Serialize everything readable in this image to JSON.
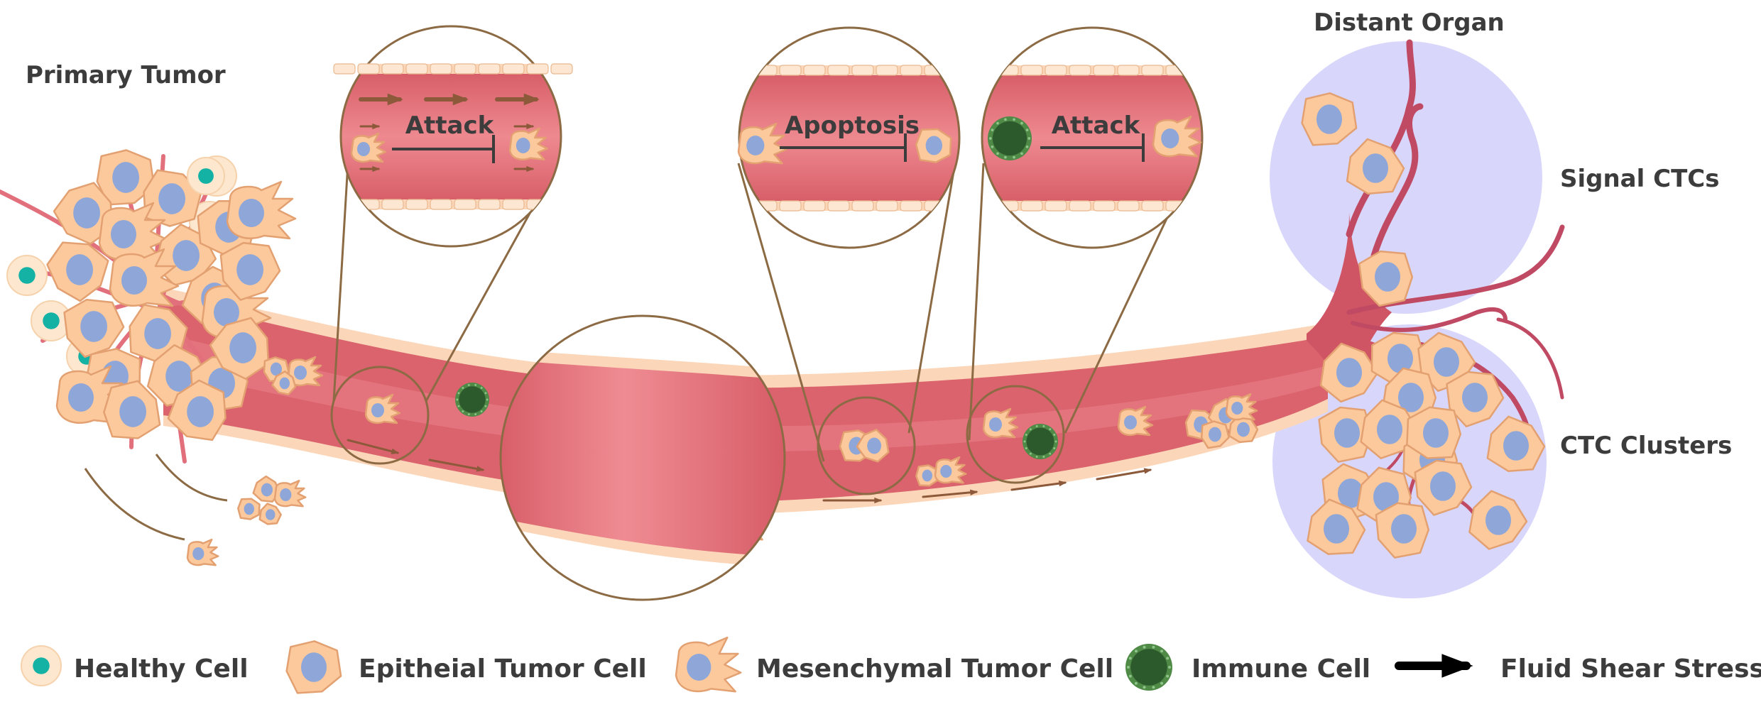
{
  "labels": {
    "primary_tumor": "Primary Tumor",
    "distant_organ": "Distant Organ",
    "signal_ctcs": "Signal CTCs",
    "ctc_clusters": "CTC Clusters"
  },
  "insets": {
    "attack_1": "Attack",
    "apoptosis": "Apoptosis",
    "attack_2": "Attack"
  },
  "legend": {
    "healthy_cell": "Healthy Cell",
    "epithelial_tumor_cell": "Epitheial Tumor Cell",
    "mesenchymal_tumor_cell": "Mesenchymal Tumor Cell",
    "immune_cell": "Immune Cell",
    "fluid_shear_stress": "Fluid Shear Stress"
  },
  "colors": {
    "vessel": "#d95f6a",
    "vessel_light": "#ef8f95",
    "vessel_wall": "#fbd7bb",
    "epithelial_fill": "#fcc99d",
    "epithelial_stroke": "#e3a071",
    "nucleus": "#8ea6d8",
    "healthy_nucleus": "#14b2a5",
    "immune": "#2d5a2c",
    "immune_ring": "#4f8a47",
    "organ": "#d7d6fb",
    "zoom_line": "#8c6a44",
    "arrow": "#8c5a3a",
    "text": "#3c3c3c"
  }
}
